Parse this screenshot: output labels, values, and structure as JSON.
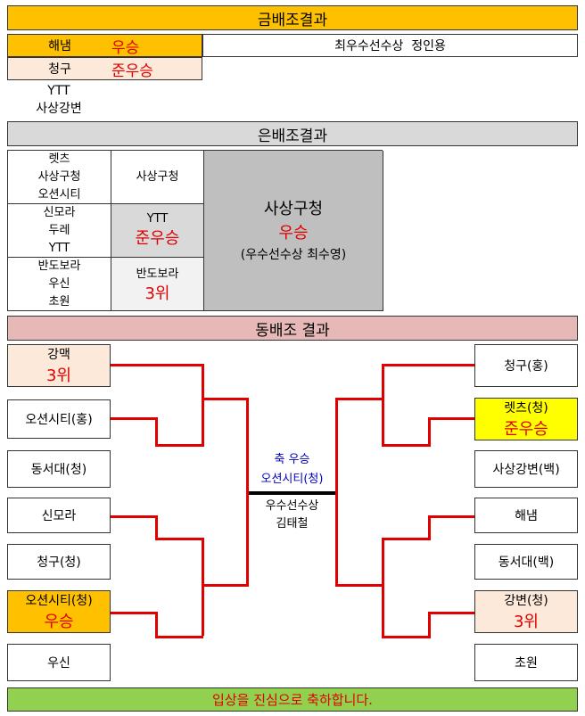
{
  "colors": {
    "gold": "#ffc000",
    "peach": "#fde9d9",
    "gray_header": "#d9d9d9",
    "pink": "#e6b8b7",
    "green": "#92d050",
    "yellow": "#ffff00",
    "gray_cell": "#bfbfbf",
    "light_gray": "#f2f2f2",
    "red": "#e00000",
    "blue": "#0000c0"
  },
  "gold": {
    "title": "금배조결과",
    "winner_team": "해냄",
    "winner_rank": "우승",
    "mvp": "최우수선수상  정인용",
    "runner_team": "청구",
    "runner_rank": "준우승",
    "others": [
      "YTT",
      "사상강변"
    ]
  },
  "silver": {
    "title": "은배조결과",
    "groups": [
      {
        "teams": [
          "렛츠",
          "사상구청",
          "오션시티"
        ],
        "result_team": "사상구청",
        "result_rank": ""
      },
      {
        "teams": [
          "신모라",
          "두레",
          "YTT"
        ],
        "result_team": "YTT",
        "result_rank": "준우승"
      },
      {
        "teams": [
          "반도보라",
          "우신",
          "초원"
        ],
        "result_team": "반도보라",
        "result_rank": "3위"
      }
    ],
    "champion": "사상구청",
    "champion_rank": "우승",
    "mvp": "(우수선수상 최수영)"
  },
  "bronze": {
    "title": "동배조 결과",
    "left": [
      {
        "name": "강맥",
        "rank": "3위"
      },
      {
        "name": "오션시티(홍)",
        "rank": ""
      },
      {
        "name": "동서대(청)",
        "rank": ""
      },
      {
        "name": "신모라",
        "rank": ""
      },
      {
        "name": "청구(청)",
        "rank": ""
      },
      {
        "name": "오션시티(청)",
        "rank": "우승"
      },
      {
        "name": "우신",
        "rank": ""
      }
    ],
    "right": [
      {
        "name": "청구(홍)",
        "rank": ""
      },
      {
        "name": "렛츠(청)",
        "rank": "준우승"
      },
      {
        "name": "사상강변(백)",
        "rank": ""
      },
      {
        "name": "해냄",
        "rank": ""
      },
      {
        "name": "동서대(백)",
        "rank": ""
      },
      {
        "name": "강변(청)",
        "rank": "3위"
      },
      {
        "name": "초원",
        "rank": ""
      }
    ],
    "center": {
      "congrats": "축 우승",
      "champion": "오션시티(청)",
      "mvp_label": "우수선수상",
      "mvp_name": "김태철"
    }
  },
  "footer": "입상을 진심으로 축하합니다."
}
